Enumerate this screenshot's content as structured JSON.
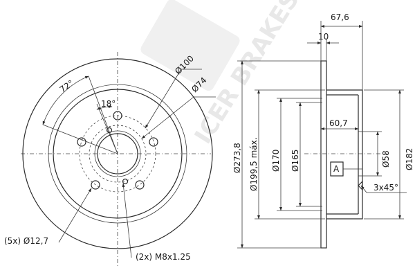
{
  "front_view": {
    "pcd_angle": "72°",
    "hole_angle": "18°",
    "dia_100": "Ø100",
    "dia_74": "Ø74",
    "bolt_holes": "(5x) Ø12,7",
    "threaded_holes": "(2x) M8x1.25"
  },
  "side_view": {
    "width_total": "67,6",
    "flange_thk": "10",
    "hub_depth": "60,7",
    "dia_273": "Ø273,8",
    "dia_199": "Ø199,5 máx.",
    "dia_170": "Ø170",
    "dia_165": "Ø165",
    "dia_58": "Ø58",
    "dia_182": "Ø182",
    "chamfer": "3x45°",
    "datum": "A"
  },
  "watermark": "ICER BRAKES"
}
